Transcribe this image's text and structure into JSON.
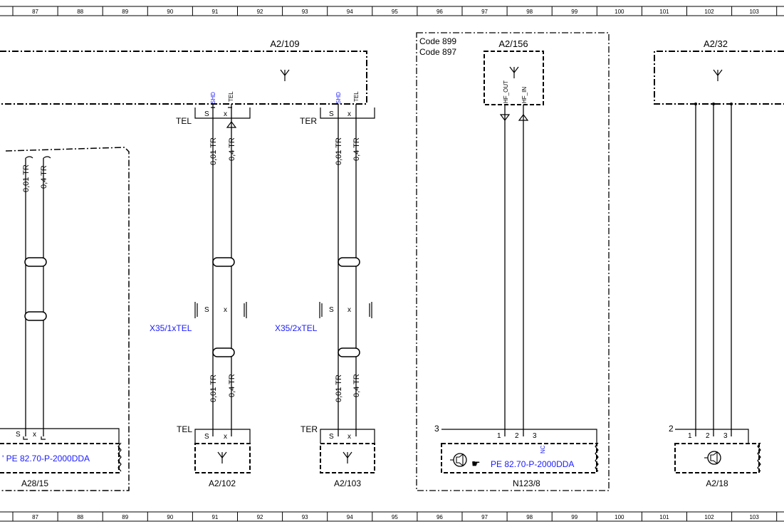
{
  "ruler": {
    "top": [
      "87",
      "88",
      "89",
      "90",
      "91",
      "92",
      "93",
      "94",
      "95",
      "96",
      "97",
      "98",
      "99",
      "100",
      "101",
      "102",
      "103"
    ],
    "bottom": [
      "87",
      "88",
      "89",
      "90",
      "91",
      "92",
      "93",
      "94",
      "95",
      "96",
      "97",
      "98",
      "99",
      "100",
      "101",
      "102",
      "103"
    ]
  },
  "labels": {
    "a2_109": "A2/109",
    "a2_156": "A2/156",
    "a2_32": "A2/32",
    "code_899": "Code 899",
    "code_897": "Code 897",
    "tel": "TEL",
    "ter": "TER",
    "pin_s": "S",
    "pin_x": "x",
    "pin_shd": "SHD",
    "pin_tel": "TEL",
    "pin_hf_out": "HF_OUT",
    "pin_hf_in": "HF_IN",
    "pin_1": "1",
    "pin_2": "2",
    "pin_3": "3",
    "pin_nc": "NC",
    "wire_001": "0,01 TR",
    "wire_04": "0,4 TR",
    "x35_1": "X35/1xTEL",
    "x35_2": "X35/2xTEL",
    "tel_bottom": "TEL",
    "ter_bottom": "TER",
    "num_3": "3",
    "num_2": "2",
    "pe_ref_left": "' PE 82.70-P-2000DDA",
    "pe_ref_mid": "PE 82.70-P-2000DDA",
    "a28_15": "A28/15",
    "a2_102": "A2/102",
    "a2_103": "A2/103",
    "n123_8": "N123/8",
    "a2_18": "A2/18"
  },
  "icons": {
    "antenna": "antenna-icon",
    "speaker": "speaker-icon",
    "pointing_hand": "pointing-hand-icon"
  },
  "colors": {
    "line": "#000000",
    "link": "#1a1aff"
  }
}
